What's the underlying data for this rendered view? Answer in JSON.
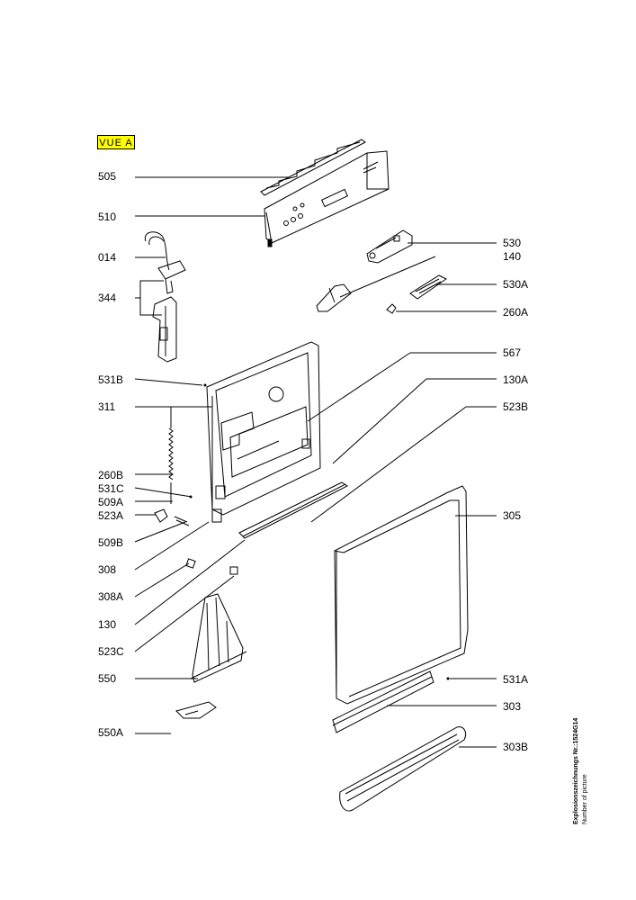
{
  "view_tag": "VUE A",
  "labels_left": [
    "505",
    "510",
    "014",
    "344",
    "531B",
    "311",
    "260B",
    "531C",
    "509A",
    "523A",
    "509B",
    "308",
    "308A",
    "130",
    "523C",
    "550",
    "550A"
  ],
  "labels_right": [
    "530",
    "140",
    "530A",
    "260A",
    "567",
    "130A",
    "523B",
    "305",
    "531A",
    "303",
    "303B"
  ],
  "caption": {
    "title": "Explosionszeichnungs Nr.:1524G14",
    "subtitle": "Number of picture"
  }
}
